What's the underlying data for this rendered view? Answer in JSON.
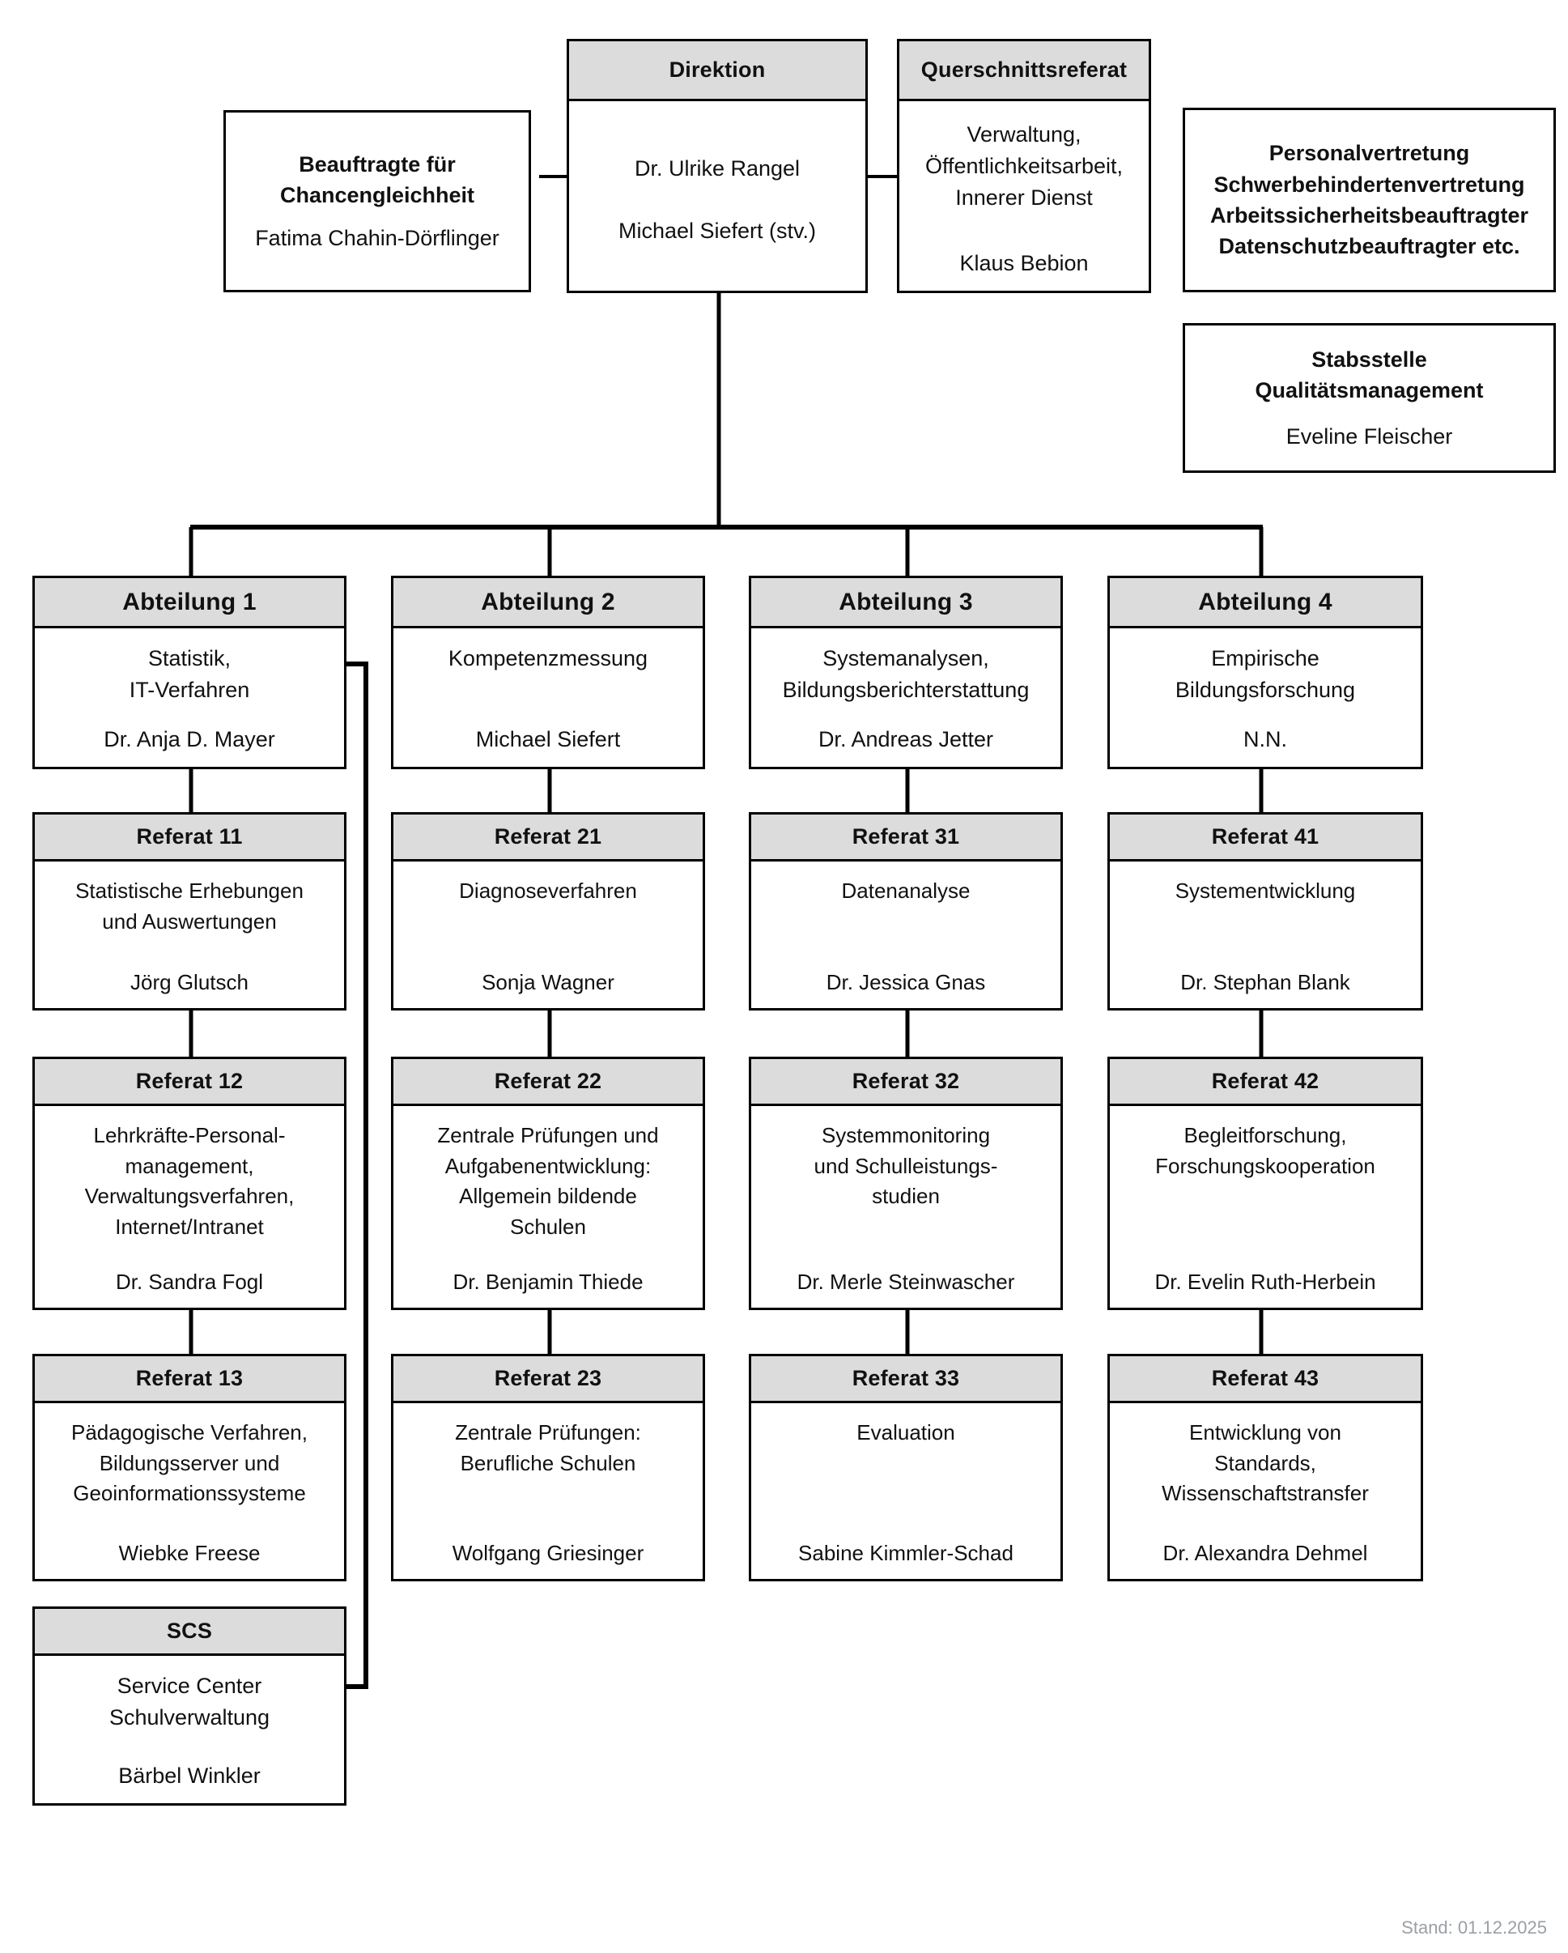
{
  "top": {
    "direktion": {
      "header": "Direktion",
      "person1": "Dr. Ulrike Rangel",
      "person2": "Michael Siefert (stv.)"
    },
    "chancengleichheit": {
      "title": "Beauftragte für\nChancengleichheit",
      "person": "Fatima Chahin-Dörflinger"
    },
    "querschnittsreferat": {
      "header": "Querschnittsreferat",
      "task": "Verwaltung,\nÖffentlichkeitsarbeit,\nInnerer Dienst",
      "person": "Klaus Bebion"
    },
    "vertretungen": {
      "title": "Personalvertretung\nSchwerbehindertenvertretung\nArbeitssicherheitsbeauftragter\nDatenschutzbeauftragter etc."
    },
    "stabsstelle": {
      "title": "Stabsstelle\nQualitätsmanagement",
      "person": "Eveline Fleischer"
    }
  },
  "columns": [
    {
      "abteilung": {
        "header": "Abteilung 1",
        "task": "Statistik,\nIT-Verfahren",
        "person": "Dr. Anja D. Mayer"
      },
      "referate": [
        {
          "header": "Referat 11",
          "task": "Statistische Erhebungen\nund Auswertungen",
          "person": "Jörg Glutsch"
        },
        {
          "header": "Referat 12",
          "task": "Lehrkräfte-Personal-\nmanagement,\nVerwaltungsverfahren,\nInternet/Intranet",
          "person": "Dr. Sandra Fogl"
        },
        {
          "header": "Referat 13",
          "task": "Pädagogische Verfahren,\nBildungsserver und\nGeoinformationssysteme",
          "person": "Wiebke Freese"
        },
        {
          "header": "SCS",
          "task": "Service Center\nSchulverwaltung",
          "person": "Bärbel Winkler"
        }
      ]
    },
    {
      "abteilung": {
        "header": "Abteilung 2",
        "task": "Kompetenzmessung",
        "person": "Michael Siefert"
      },
      "referate": [
        {
          "header": "Referat 21",
          "task": "Diagnoseverfahren",
          "person": "Sonja Wagner"
        },
        {
          "header": "Referat 22",
          "task": "Zentrale Prüfungen und\nAufgabenentwicklung:\nAllgemein bildende\nSchulen",
          "person": "Dr. Benjamin Thiede"
        },
        {
          "header": "Referat 23",
          "task": "Zentrale Prüfungen:\nBerufliche Schulen",
          "person": "Wolfgang Griesinger"
        }
      ]
    },
    {
      "abteilung": {
        "header": "Abteilung 3",
        "task": "Systemanalysen,\nBildungsberichterstattung",
        "person": "Dr. Andreas Jetter"
      },
      "referate": [
        {
          "header": "Referat 31",
          "task": "Datenanalyse",
          "person": "Dr. Jessica Gnas"
        },
        {
          "header": "Referat 32",
          "task": "Systemmonitoring\nund Schulleistungs-\nstudien",
          "person": "Dr. Merle Steinwascher"
        },
        {
          "header": "Referat 33",
          "task": "Evaluation",
          "person": "Sabine Kimmler-Schad"
        }
      ]
    },
    {
      "abteilung": {
        "header": "Abteilung 4",
        "task": "Empirische\nBildungsforschung",
        "person": "N.N."
      },
      "referate": [
        {
          "header": "Referat 41",
          "task": "Systementwicklung",
          "person": "Dr. Stephan Blank"
        },
        {
          "header": "Referat 42",
          "task": "Begleitforschung,\nForschungskooperation",
          "person": "Dr. Evelin Ruth-Herbein"
        },
        {
          "header": "Referat 43",
          "task": "Entwicklung von\nStandards,\nWissenschaftstransfer",
          "person": "Dr. Alexandra Dehmel"
        }
      ]
    }
  ],
  "footer": {
    "stand": "Stand: 01.12.2025"
  },
  "colors": {
    "header_fill": "#dcdcdc",
    "line": "#000000",
    "footer_text": "#9aa0a6"
  }
}
